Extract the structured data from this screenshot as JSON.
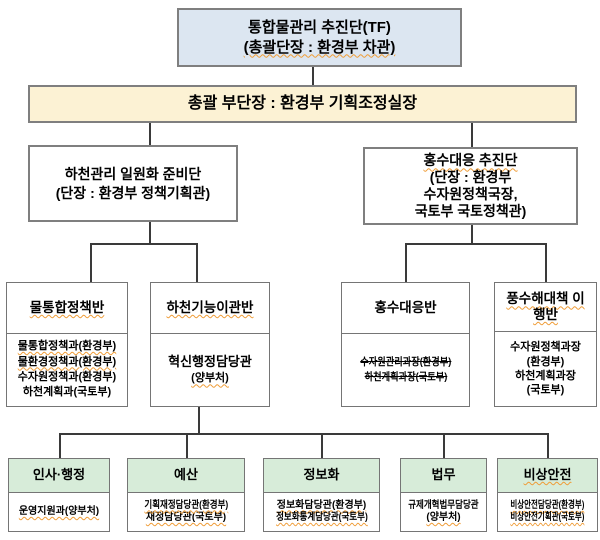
{
  "title_meta": "통합물관리 추진단 조직도",
  "colors": {
    "level1_bg": "#dce6f1",
    "level2_bg": "#fcf2d4",
    "support_header_bg": "#d7ecd9",
    "box_border": "#7f7f7f",
    "connector": "#3a3a3a",
    "spellcheck_underline": "#ef9c36"
  },
  "root": {
    "line1": "통합물관리 추진단(TF)",
    "line2": "(총괄단장 : 환경부 차관)"
  },
  "deputy": {
    "label": "총괄 부단장 : 환경부 기획조정실장"
  },
  "branches": [
    {
      "name": "하천관리 일원화 준비단",
      "lines": [
        "하천관리 일원화 준비단",
        "(단장 : 환경부 정책기획관)"
      ]
    },
    {
      "name": "홍수대응 추진단",
      "lines": [
        "홍수대응 추진단",
        "(단장 : 환경부",
        "수자원정책국장,",
        "국토부 국토정책관)"
      ]
    }
  ],
  "teams": [
    {
      "title": "물통합정책반",
      "members": [
        "물통합정책과(환경부)",
        "물환경정책과(환경부)",
        "수자원정책과(환경부)",
        "하천계획과(국토부)"
      ]
    },
    {
      "title": "하천기능이관반",
      "members": [
        "혁신행정담당관",
        "(양부처)"
      ]
    },
    {
      "title": "홍수대응반",
      "members": [
        "수자원관리과장(환경부)",
        "하천계획과장(국토부)"
      ],
      "strikethrough": true
    },
    {
      "title": "풍수해대책 이행반",
      "members": [
        "수자원정책과장",
        "(환경부)",
        "하천계획과장",
        "(국토부)"
      ]
    }
  ],
  "support_teams": [
    {
      "title": "인사·행정",
      "members": [
        "운영지원과(양부처)"
      ]
    },
    {
      "title": "예산",
      "members": [
        "기획재정담당관(환경부)",
        "재정담당관(국토부)"
      ]
    },
    {
      "title": "정보화",
      "members": [
        "정보화담당관(환경부)",
        "정보화통계담당관(국토부)"
      ]
    },
    {
      "title": "법무",
      "members": [
        "규제개혁법무담당관",
        "(양부처)"
      ]
    },
    {
      "title": "비상안전",
      "members": [
        "비상안전담당관(환경부)",
        "비상안전기획관(국토부)"
      ]
    }
  ]
}
